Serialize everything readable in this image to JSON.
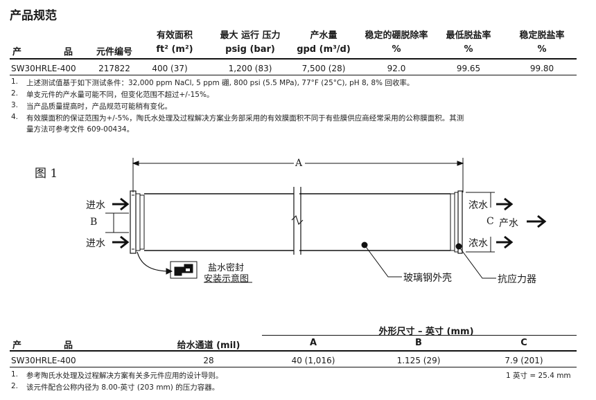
{
  "title": "产品规范",
  "spec_table": {
    "header_top": {
      "area": "有效面积",
      "pressure": "最大 运行 压力",
      "flow": "产水量",
      "boron": "稳定的硼脱除率",
      "min_rej": "最低脱盐率",
      "stab_rej": "稳定脱盐率"
    },
    "header_bottom": {
      "product_a": "产",
      "product_b": "品",
      "part_no": "元件编号",
      "area_unit": "ft² (m²)",
      "pressure_unit": "psig (bar)",
      "flow_unit": "gpd (m³/d)",
      "boron_unit": "%",
      "min_rej_unit": "%",
      "stab_rej_unit": "%"
    },
    "row": {
      "product": "SW30HRLE-400",
      "part_no": "217822",
      "area": "400 (37)",
      "pressure": "1,200 (83)",
      "flow": "7,500 (28)",
      "boron": "92.0",
      "min_rej": "99.65",
      "stab_rej": "99.80"
    }
  },
  "notes_1": [
    {
      "n": "1.",
      "text": "上述测试值基于如下测试条件：32,000 ppm NaCl, 5 ppm 硼, 800 psi (5.5 MPa), 77°F (25°C), pH 8, 8% 回收率。"
    },
    {
      "n": "2.",
      "text": "单支元件的产水量可能不同，但变化范围不超过+/-15%。"
    },
    {
      "n": "3.",
      "text": "当产品质量提高时，产品规范可能稍有变化。"
    },
    {
      "n": "4.",
      "text": "有效膜面积的保证范围为+/-5%，陶氏水处理及过程解决方案业务部采用的有效膜面积不同于有些膜供应商经常采用的公称膜面积。其测"
    },
    {
      "n": "",
      "text": "量方法可参考文件 609-00434。"
    }
  ],
  "figure": {
    "label": "图 1",
    "dim_a": "A",
    "dim_b": "B",
    "feed_top": "进水",
    "feed_bottom": "进水",
    "brine_top": "浓水",
    "brine_bottom": "浓水",
    "permeate_c": "C",
    "permeate": "产水",
    "seal_line1": "盐水密封",
    "seal_line2": "安装示意图",
    "shell": "玻璃钢外壳",
    "atd": "抗应力器"
  },
  "dim_table": {
    "group_header": "外形尺寸 – 英寸 (mm)",
    "header": {
      "product_a": "产",
      "product_b": "品",
      "feed_spacer": "给水通道 (mil)",
      "a": "A",
      "b": "B",
      "c": "C"
    },
    "row": {
      "product": "SW30HRLE-400",
      "feed_spacer": "28",
      "a": "40 (1,016)",
      "b": "1.125 (29)",
      "c": "7.9 (201)"
    }
  },
  "notes_2": [
    {
      "n": "1.",
      "text": "参考陶氏水处理及过程解决方案有关多元件应用的设计导则。"
    },
    {
      "n": "2.",
      "text": "该元件配合公称内径为 8.00-英寸 (203 mm) 的压力容器。"
    }
  ],
  "inch_note": "1 英寸 = 25.4 mm"
}
